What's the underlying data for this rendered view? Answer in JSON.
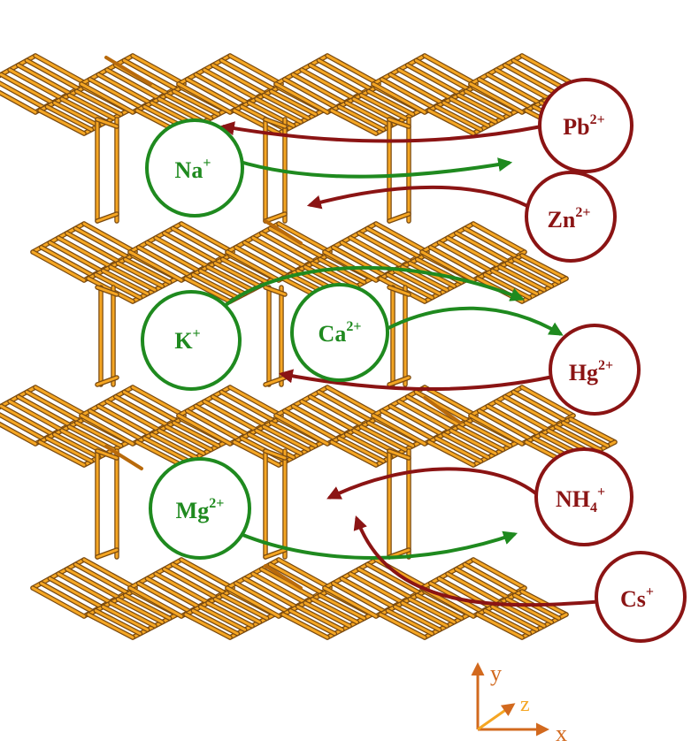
{
  "colors": {
    "framework_light": "#f5a623",
    "framework_dark": "#b86a0c",
    "framework_edge": "#7a4a10",
    "entering_ion": "#1f8a1f",
    "leaving_ion": "#8b1414",
    "axis": "#d2691e"
  },
  "ions_in_framework": [
    {
      "base": "Na",
      "charge": "+"
    },
    {
      "base": "K",
      "charge": "+"
    },
    {
      "base": "Ca",
      "charge": "2+"
    },
    {
      "base": "Mg",
      "charge": "2+"
    }
  ],
  "exchange_ions": [
    {
      "base": "Pb",
      "charge": "2+"
    },
    {
      "base": "Zn",
      "charge": "2+"
    },
    {
      "base": "Hg",
      "charge": "2+"
    },
    {
      "base": "NH",
      "sub": "4",
      "charge": "+"
    },
    {
      "base": "Cs",
      "charge": "+"
    }
  ],
  "axes": {
    "x": "x",
    "y": "y",
    "z": "z"
  }
}
